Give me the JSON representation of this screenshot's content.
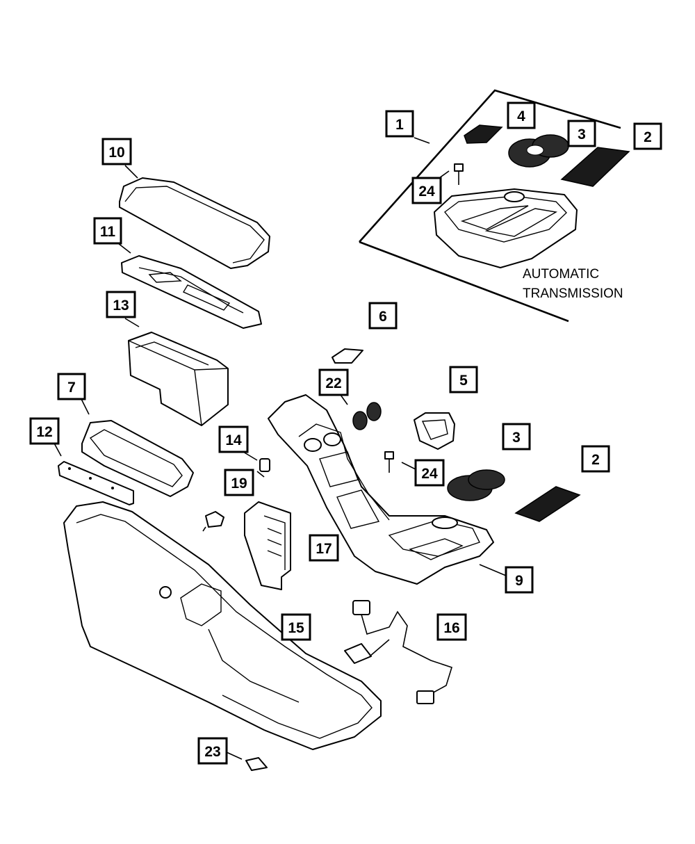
{
  "inset": {
    "label_line1": "AUTOMATIC",
    "label_line2": "TRANSMISSION"
  },
  "callouts": {
    "c1": "1",
    "c2a": "2",
    "c2b": "2",
    "c3a": "3",
    "c3b": "3",
    "c4": "4",
    "c5": "5",
    "c6": "6",
    "c7": "7",
    "c9": "9",
    "c10": "10",
    "c11": "11",
    "c12": "12",
    "c13": "13",
    "c14": "14",
    "c15": "15",
    "c16": "16",
    "c17": "17",
    "c19": "19",
    "c22": "22",
    "c23": "23",
    "c24a": "24",
    "c24b": "24"
  }
}
